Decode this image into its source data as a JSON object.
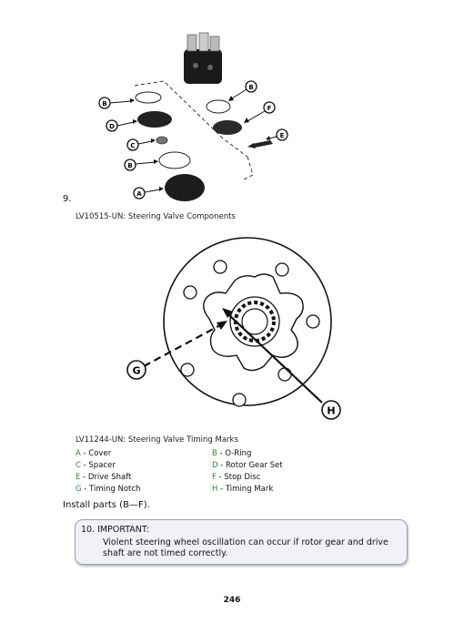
{
  "step": {
    "number": "9."
  },
  "figure1": {
    "caption": "LV10515-UN: Steering Valve Components",
    "callouts": {
      "a": "A",
      "b": "B",
      "c": "C",
      "d": "D",
      "e": "E",
      "f": "F"
    }
  },
  "figure2": {
    "caption": "LV11244-UN: Steering Valve Timing Marks",
    "callouts": {
      "g": "G",
      "h": "H"
    }
  },
  "legend": [
    {
      "key": "A",
      "label": " - Cover"
    },
    {
      "key": "B",
      "label": " - O-Ring"
    },
    {
      "key": "C",
      "label": " - Spacer"
    },
    {
      "key": "D",
      "label": " - Rotor Gear Set"
    },
    {
      "key": "E",
      "label": " - Drive Shaft"
    },
    {
      "key": "F",
      "label": " - Stop Disc"
    },
    {
      "key": "G",
      "label": " - Timing Notch"
    },
    {
      "key": "H",
      "label": " - Timing Mark"
    }
  ],
  "instruction": "Install parts (B—F).",
  "note": {
    "title": "10. IMPORTANT:",
    "body": "Violent steering wheel oscillation can occur if rotor gear and drive shaft are not timed correctly."
  },
  "page_number": "246",
  "colors": {
    "legend_key": "#2e8b2e",
    "note_bg": "#f1f2f7",
    "note_border": "#9aa0ad"
  }
}
